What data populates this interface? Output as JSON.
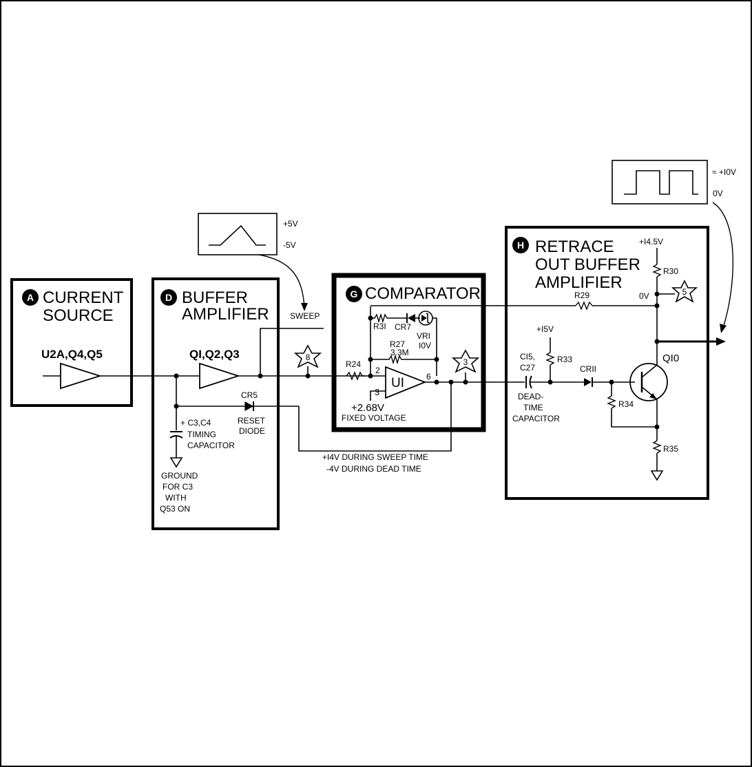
{
  "blocks": {
    "a": {
      "letter": "A",
      "title1": "CURRENT",
      "title2": "SOURCE",
      "parts": "U2A,Q4,Q5"
    },
    "d": {
      "letter": "D",
      "title1": "BUFFER",
      "title2": "AMPLIFIER",
      "parts": "QI,Q2,Q3"
    },
    "g": {
      "letter": "G",
      "title1": "COMPARATOR"
    },
    "h": {
      "letter": "H",
      "title1": "RETRACE",
      "title2": "OUT BUFFER",
      "title3": "AMPLIFIER"
    }
  },
  "waveforms": {
    "sweep": {
      "high": "+5V",
      "low": "-5V"
    },
    "retrace": {
      "high": "≈ +I0V",
      "low": "0V"
    }
  },
  "labels": {
    "sweep": "SWEEP",
    "cr5": "CR5",
    "reset1": "RESET",
    "reset2": "DIODE",
    "c3c4": "+ C3,C4",
    "timing1": "TIMING",
    "timing2": "CAPACITOR",
    "ground1": "GROUND",
    "ground2": "FOR C3",
    "ground3": "WITH",
    "ground4": "Q53 ON",
    "r24": "R24",
    "r31": "R3I",
    "cr7": "CR7",
    "vr1": "VRI",
    "vr1v": "I0V",
    "r27": "R27",
    "r27v": "3.3M",
    "pin2": "2",
    "pin3": "3",
    "pin6": "6",
    "u1": "UI",
    "fixed_v": "+2.68V",
    "fixed_label": "FIXED VOLTAGE",
    "sweep_time": "+I4V DURING SWEEP TIME",
    "dead_time_v": "-4V DURING DEAD TIME",
    "v145": "+I4.5V",
    "r30": "R30",
    "zero_v": "0V",
    "r29": "R29",
    "v15": "+I5V",
    "r33": "R33",
    "c15": "CI5,",
    "c27": "C27",
    "cr11": "CRII",
    "q10": "QI0",
    "r34": "R34",
    "r35": "R35",
    "dead1": "DEAD-",
    "dead2": "TIME",
    "dead3": "CAPACITOR",
    "tp8": "8",
    "tp3": "3",
    "tp5": "5"
  }
}
